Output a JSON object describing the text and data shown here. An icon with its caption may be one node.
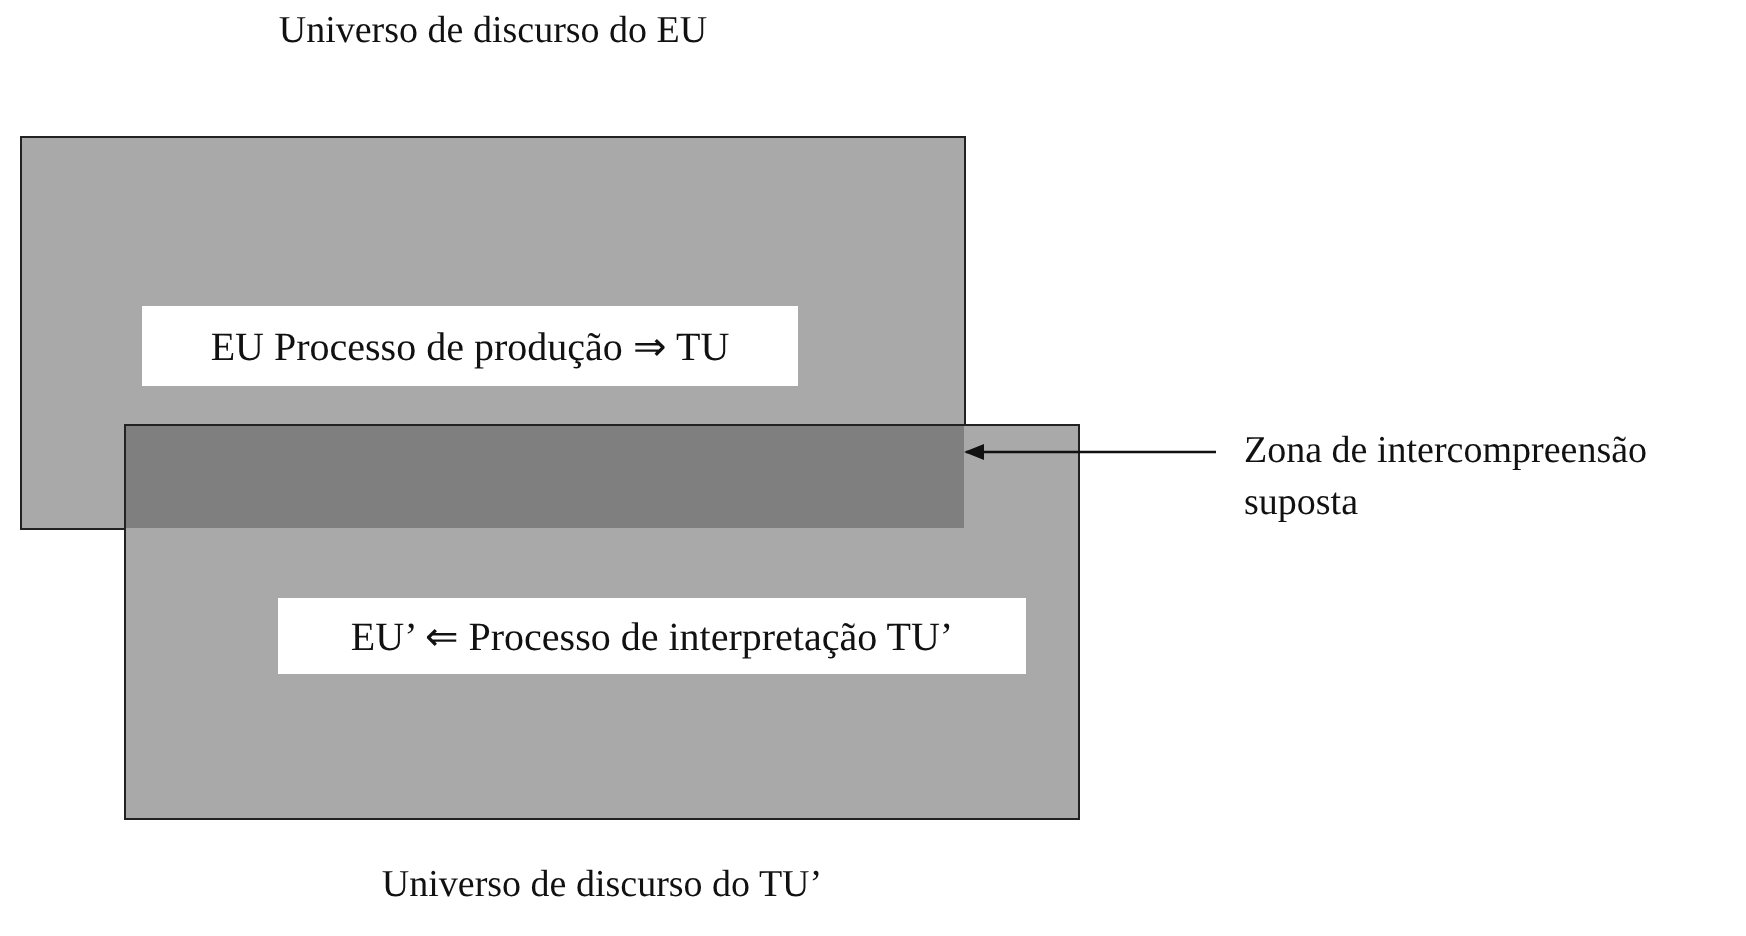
{
  "diagram": {
    "nodes": [
      {
        "text": [
          "Universo de discurso do EU"
        ]
      },
      {
        "text": [
          "EU Processo de produção ⇒  TU"
        ],
        "in": 0
      },
      {
        "text": [
          "Universo de discurso do TU’"
        ]
      },
      {
        "text": [
          "EU’ ⇐ Processo de interpretação TU’"
        ],
        "in": 2
      },
      {
        "text": [],
        "shape": "box"
      },
      {
        "text": [
          "Zona de intercompreensão suposta"
        ]
      }
    ],
    "edges": [
      {
        "from": 5,
        "to": 4,
        "arrow": "to"
      }
    ]
  }
}
